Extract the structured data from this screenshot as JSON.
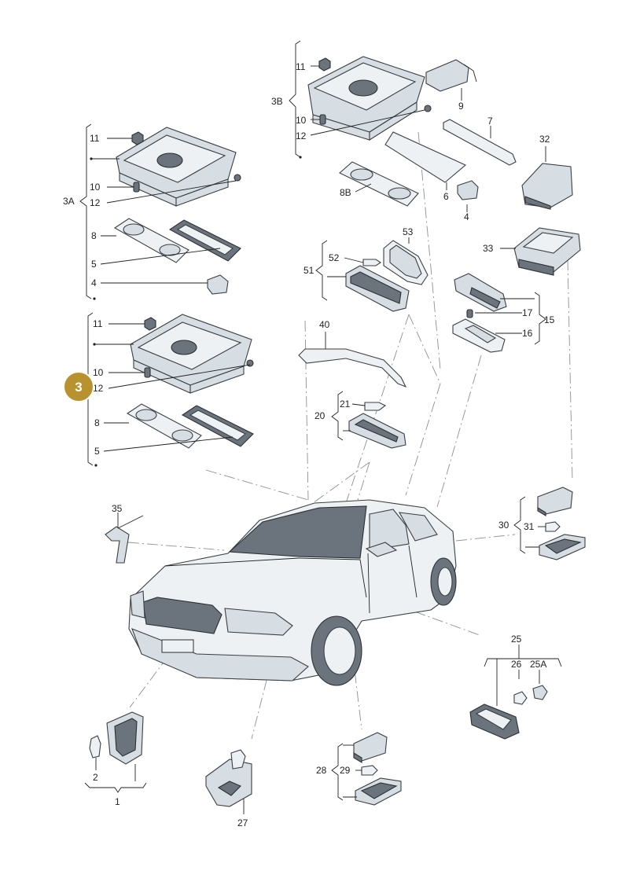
{
  "badge": {
    "label": "3",
    "color": "#b8922e"
  },
  "colors": {
    "part_fill": "#d6dde3",
    "part_dark": "#6b747c",
    "line": "#222222",
    "guide": "#8a9096"
  },
  "labels": {
    "l11a": "11",
    "l3b": "3B",
    "l10a": "10",
    "l12a": "12",
    "l9": "9",
    "l7": "7",
    "l32": "32",
    "l8b": "8B",
    "l6": "6",
    "l4a": "4",
    "l11b": "11",
    "l3a": "3A",
    "l10b": "10",
    "l12b": "12",
    "l8a": "8",
    "l5a": "5",
    "l4b": "4",
    "l53": "53",
    "l52": "52",
    "l51": "51",
    "l33": "33",
    "l15": "15",
    "l17": "17",
    "l16": "16",
    "l11c": "11",
    "l40": "40",
    "l10c": "10",
    "l12c": "12",
    "l21": "21",
    "l20": "20",
    "l8c": "8",
    "l5b": "5",
    "l35": "35",
    "l30": "30",
    "l31": "31",
    "l25": "25",
    "l26": "26",
    "l25a": "25A",
    "l28": "28",
    "l29": "29",
    "l2": "2",
    "l1": "1",
    "l27": "27"
  }
}
